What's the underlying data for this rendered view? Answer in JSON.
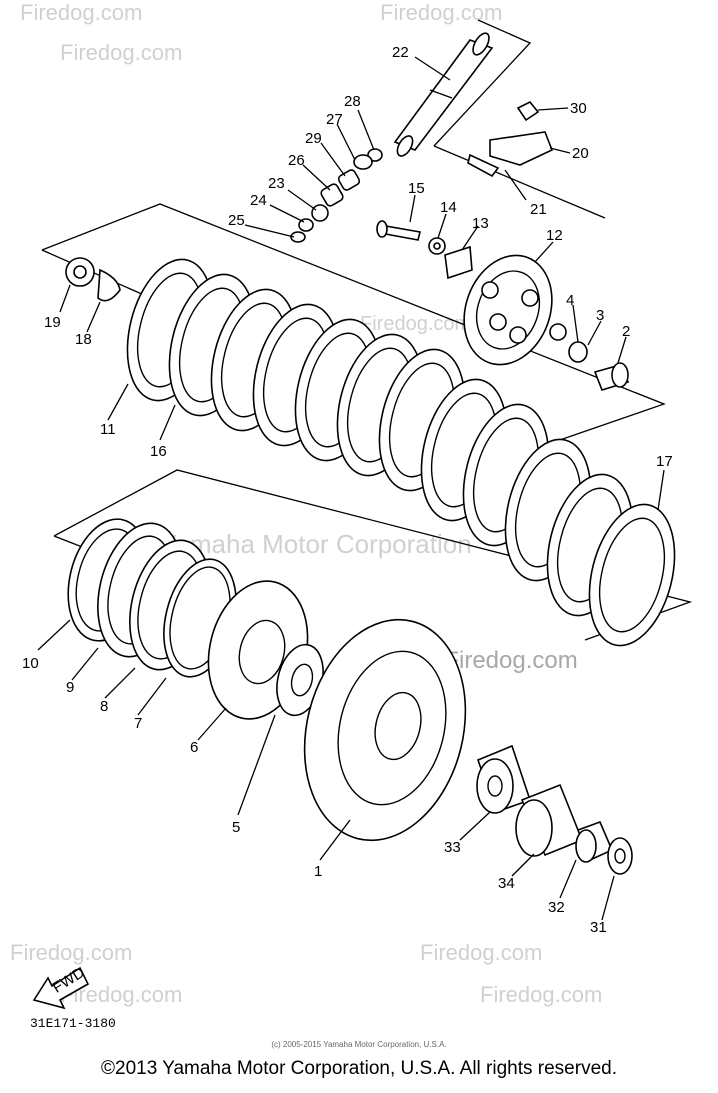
{
  "watermarks": {
    "site": "Firedog.com",
    "center": "Yamaha Motor Corporation",
    "mid": "© Firedog.com"
  },
  "fwd_label": "FWD",
  "diagram_code": "31E171-3180",
  "small_copyright": "(c) 2005-2015 Yamaha Motor Corporation, U.S.A.",
  "copyright": "©2013 Yamaha Motor Corporation, U.S.A. All rights reserved.",
  "callouts": [
    "22",
    "28",
    "30",
    "27",
    "29",
    "20",
    "26",
    "21",
    "23",
    "15",
    "24",
    "14",
    "13",
    "12",
    "25",
    "19",
    "4",
    "3",
    "18",
    "2",
    "11",
    "16",
    "17",
    "10",
    "9",
    "8",
    "7",
    "6",
    "5",
    "1",
    "33",
    "34",
    "32",
    "31"
  ]
}
